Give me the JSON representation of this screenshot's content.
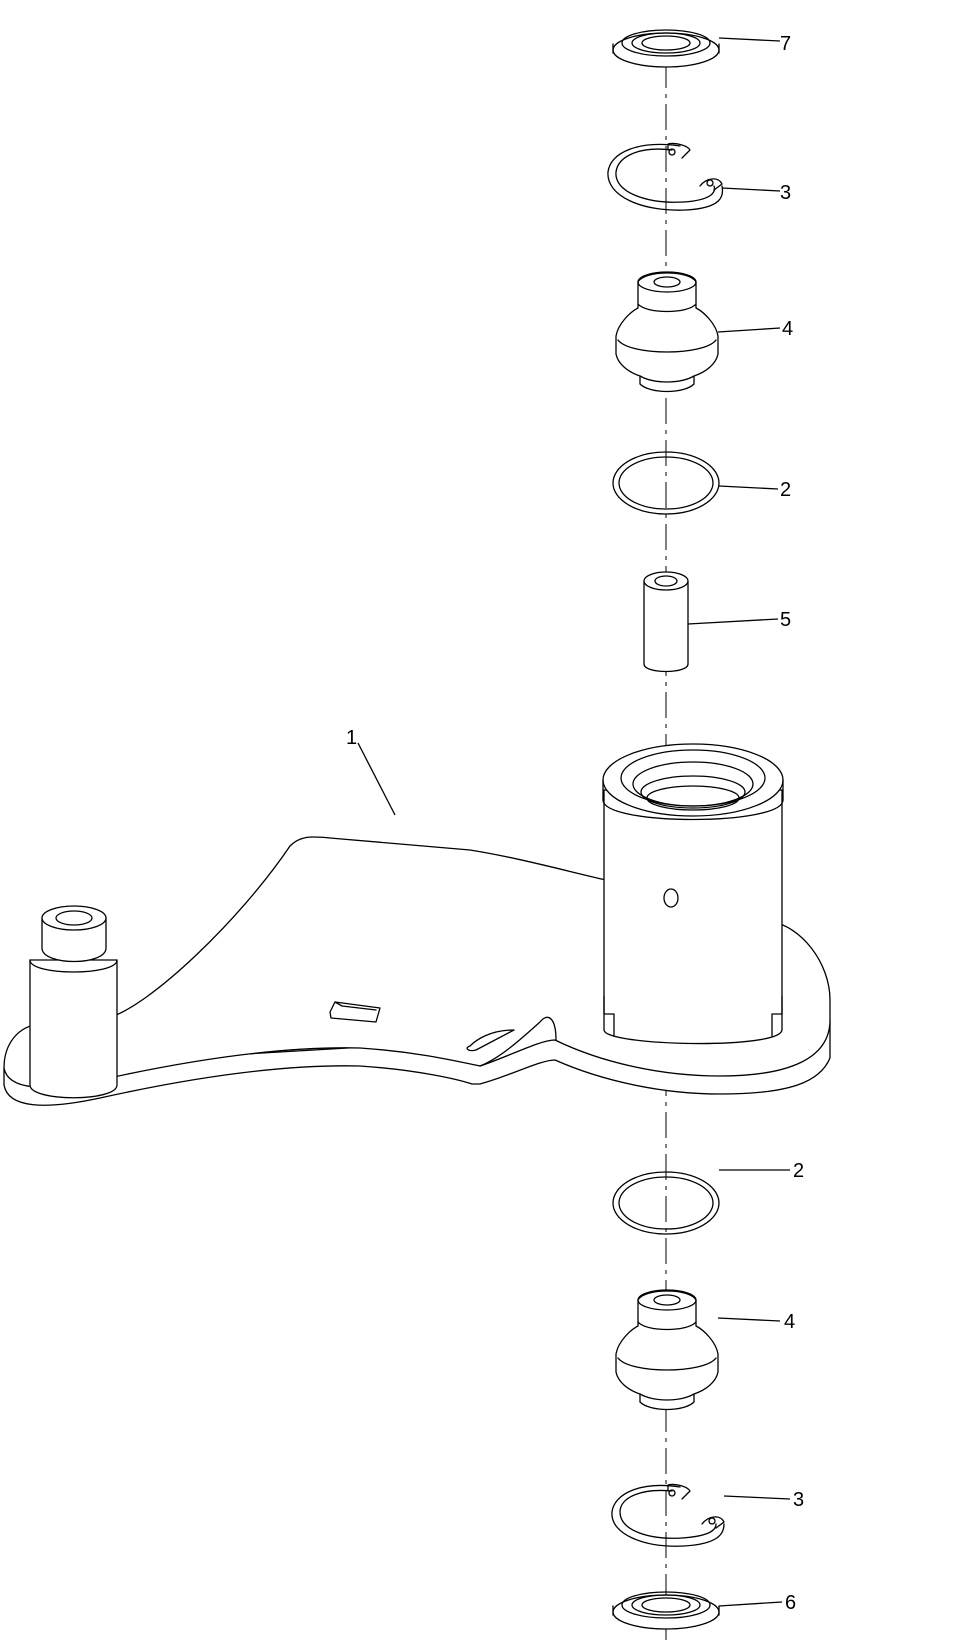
{
  "callouts": {
    "part_1": "1",
    "part_2_upper": "2",
    "part_2_lower": "2",
    "part_3_upper": "3",
    "part_3_lower": "3",
    "part_4_upper": "4",
    "part_4_lower": "4",
    "part_5": "5",
    "part_6": "6",
    "part_7": "7"
  }
}
